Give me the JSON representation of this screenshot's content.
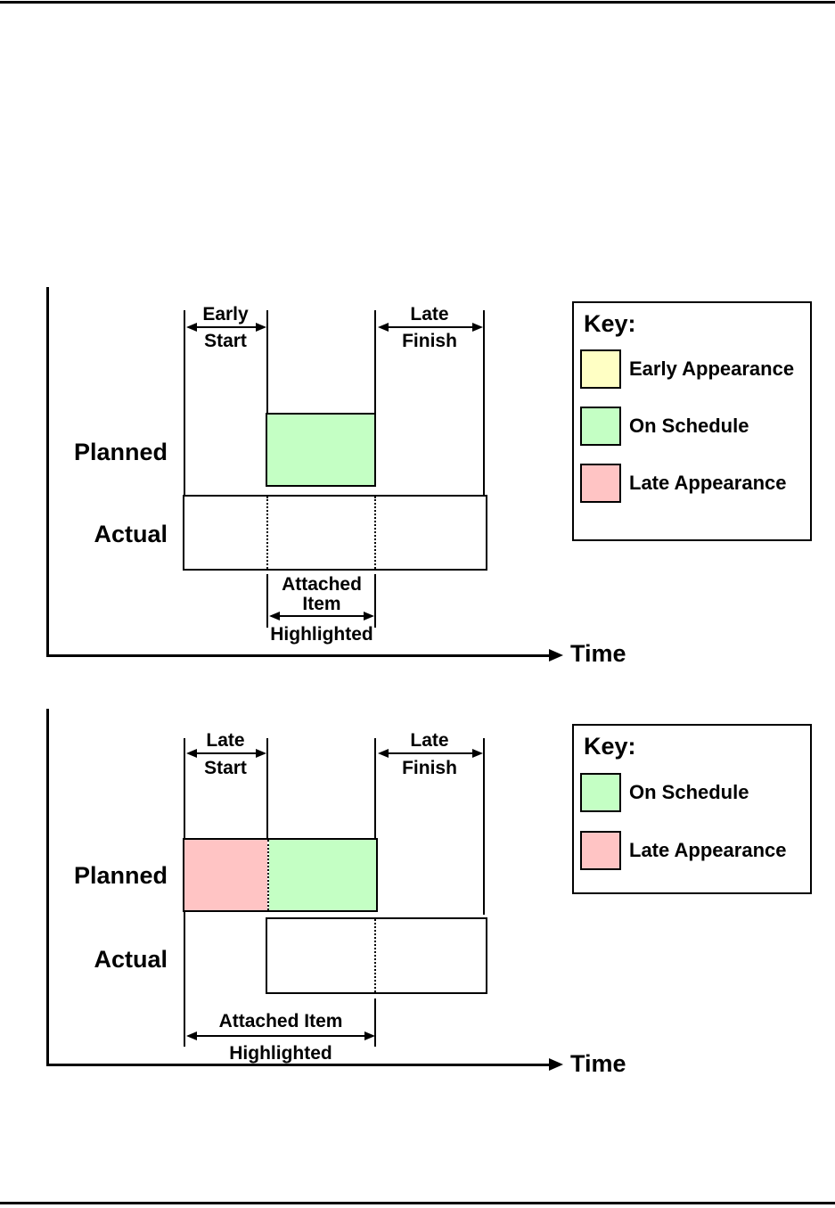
{
  "colors": {
    "early_appearance": "#FFFFC4",
    "on_schedule": "#C4FFC4",
    "late_appearance": "#FFC4C4"
  },
  "diagram1": {
    "row_labels": {
      "planned": "Planned",
      "actual": "Actual"
    },
    "time_label": "Time",
    "left_bracket": {
      "top": "Early",
      "bottom": "Start"
    },
    "right_bracket": {
      "top": "Late",
      "bottom": "Finish"
    },
    "bottom_bracket": {
      "line1": "Attached",
      "line2": "Item",
      "line3": "Highlighted"
    },
    "planned_bar_fill": "#C4FFC4",
    "key": {
      "title": "Key:",
      "items": [
        {
          "label": "Early Appearance",
          "color": "#FFFFC4"
        },
        {
          "label": "On Schedule",
          "color": "#C4FFC4"
        },
        {
          "label": "Late Appearance",
          "color": "#FFC4C4"
        }
      ]
    }
  },
  "diagram2": {
    "row_labels": {
      "planned": "Planned",
      "actual": "Actual"
    },
    "time_label": "Time",
    "left_bracket": {
      "top": "Late",
      "bottom": "Start"
    },
    "right_bracket": {
      "top": "Late",
      "bottom": "Finish"
    },
    "bottom_bracket": {
      "line1": "Attached Item",
      "line2": "Highlighted"
    },
    "planned_bar_left_fill": "#FFC4C4",
    "planned_bar_right_fill": "#C4FFC4",
    "key": {
      "title": "Key:",
      "items": [
        {
          "label": "On Schedule",
          "color": "#C4FFC4"
        },
        {
          "label": "Late Appearance",
          "color": "#FFC4C4"
        }
      ]
    }
  }
}
